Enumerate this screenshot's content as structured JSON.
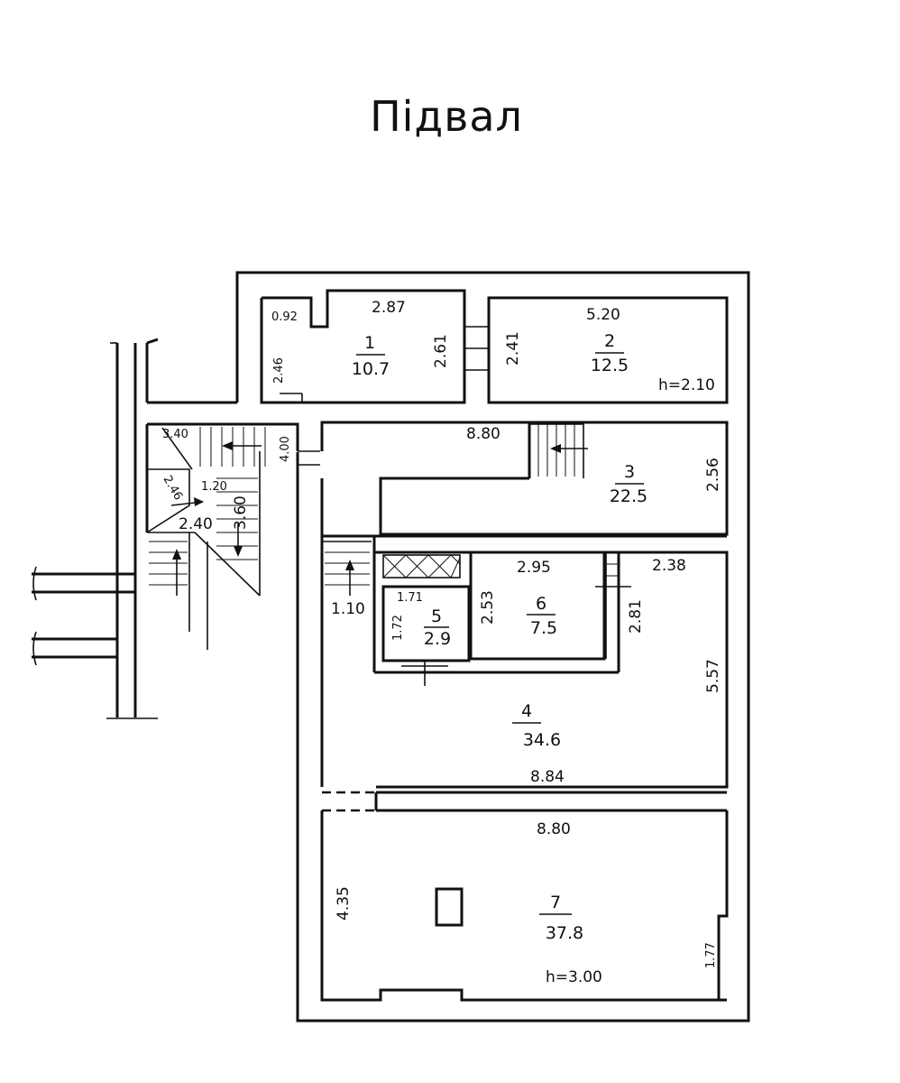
{
  "title": "Підвал",
  "rooms": [
    {
      "number": "1",
      "area": "10.7"
    },
    {
      "number": "2",
      "area": "12.5"
    },
    {
      "number": "3",
      "area": "22.5"
    },
    {
      "number": "4",
      "area": "34.6"
    },
    {
      "number": "5",
      "area": "2.9"
    },
    {
      "number": "6",
      "area": "7.5"
    },
    {
      "number": "7",
      "area": "37.8"
    }
  ],
  "heights": {
    "room2": "h=2.10",
    "room7": "h=3.00"
  },
  "dimensions": {
    "r1_width": "2.87",
    "r1_notch": "0.92",
    "r1_left": "2.46",
    "r1_right": "2.61",
    "r2_left": "2.41",
    "r2_width": "5.20",
    "stair_top": "3.40",
    "stair_diag": "2.46",
    "stair_a": "1.20",
    "stair_b": "3.60",
    "stair_c": "2.40",
    "corr_4": "4.00",
    "r3_width": "8.80",
    "r3_height": "2.56",
    "r4_door": "1.10",
    "r5_width": "1.71",
    "r5_height": "1.72",
    "r6_left": "2.53",
    "r6_width": "2.95",
    "r6_right": "2.81",
    "r4_right_top": "2.38",
    "r4_right": "5.57",
    "r4_bottom": "8.84",
    "r7_top": "8.80",
    "r7_left": "4.35",
    "r7_right": "1.77"
  }
}
